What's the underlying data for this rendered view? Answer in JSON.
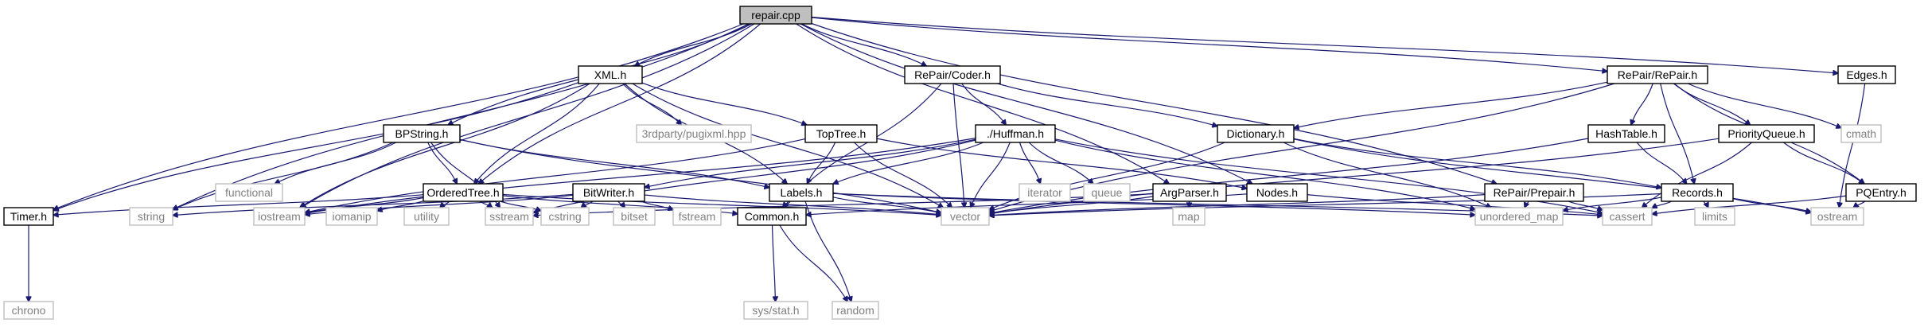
{
  "graph": {
    "colors": {
      "edge": "#191970",
      "root_fill": "#bfbfbf",
      "project_border": "#000000",
      "system_border": "#bfbfbf",
      "system_text": "#808080"
    },
    "nodes": [
      {
        "id": "repair_cpp",
        "label": "repair.cpp",
        "kind": "root"
      },
      {
        "id": "xml_h",
        "label": "XML.h",
        "kind": "project"
      },
      {
        "id": "coder_h",
        "label": "RePair/Coder.h",
        "kind": "project"
      },
      {
        "id": "repair_h",
        "label": "RePair/RePair.h",
        "kind": "project"
      },
      {
        "id": "edges_h",
        "label": "Edges.h",
        "kind": "project"
      },
      {
        "id": "bpstring_h",
        "label": "BPString.h",
        "kind": "project"
      },
      {
        "id": "pugixml",
        "label": "3rdparty/pugixml.hpp",
        "kind": "system"
      },
      {
        "id": "toptree_h",
        "label": "TopTree.h",
        "kind": "project"
      },
      {
        "id": "huffman_h",
        "label": "./Huffman.h",
        "kind": "project"
      },
      {
        "id": "dictionary_h",
        "label": "Dictionary.h",
        "kind": "project"
      },
      {
        "id": "hashtable_h",
        "label": "HashTable.h",
        "kind": "project"
      },
      {
        "id": "priorityqueue_h",
        "label": "PriorityQueue.h",
        "kind": "project"
      },
      {
        "id": "cmath",
        "label": "cmath",
        "kind": "system"
      },
      {
        "id": "functional",
        "label": "functional",
        "kind": "system"
      },
      {
        "id": "orderedtree_h",
        "label": "OrderedTree.h",
        "kind": "project"
      },
      {
        "id": "bitwriter_h",
        "label": "BitWriter.h",
        "kind": "project"
      },
      {
        "id": "labels_h",
        "label": "Labels.h",
        "kind": "project"
      },
      {
        "id": "iterator",
        "label": "iterator",
        "kind": "system"
      },
      {
        "id": "queue",
        "label": "queue",
        "kind": "system"
      },
      {
        "id": "argparser_h",
        "label": "ArgParser.h",
        "kind": "project"
      },
      {
        "id": "nodes_h",
        "label": "Nodes.h",
        "kind": "project"
      },
      {
        "id": "prepair_h",
        "label": "RePair/Prepair.h",
        "kind": "project"
      },
      {
        "id": "records_h",
        "label": "Records.h",
        "kind": "project"
      },
      {
        "id": "pqentry_h",
        "label": "PQEntry.h",
        "kind": "project"
      },
      {
        "id": "timer_h",
        "label": "Timer.h",
        "kind": "project"
      },
      {
        "id": "string",
        "label": "string",
        "kind": "system"
      },
      {
        "id": "iostream",
        "label": "iostream",
        "kind": "system"
      },
      {
        "id": "iomanip",
        "label": "iomanip",
        "kind": "system"
      },
      {
        "id": "utility",
        "label": "utility",
        "kind": "system"
      },
      {
        "id": "sstream",
        "label": "sstream",
        "kind": "system"
      },
      {
        "id": "cstring",
        "label": "cstring",
        "kind": "system"
      },
      {
        "id": "bitset",
        "label": "bitset",
        "kind": "system"
      },
      {
        "id": "fstream",
        "label": "fstream",
        "kind": "system"
      },
      {
        "id": "common_h",
        "label": "Common.h",
        "kind": "project"
      },
      {
        "id": "vector",
        "label": "vector",
        "kind": "system"
      },
      {
        "id": "map",
        "label": "map",
        "kind": "system"
      },
      {
        "id": "unordered_map",
        "label": "unordered_map",
        "kind": "system"
      },
      {
        "id": "cassert",
        "label": "cassert",
        "kind": "system"
      },
      {
        "id": "limits",
        "label": "limits",
        "kind": "system"
      },
      {
        "id": "ostream",
        "label": "ostream",
        "kind": "system"
      },
      {
        "id": "chrono",
        "label": "chrono",
        "kind": "system"
      },
      {
        "id": "sys_stat_h",
        "label": "sys/stat.h",
        "kind": "system"
      },
      {
        "id": "random",
        "label": "random",
        "kind": "system"
      }
    ],
    "edges": [
      [
        "repair_cpp",
        "xml_h"
      ],
      [
        "repair_cpp",
        "coder_h"
      ],
      [
        "repair_cpp",
        "repair_h"
      ],
      [
        "repair_cpp",
        "edges_h"
      ],
      [
        "repair_cpp",
        "bpstring_h"
      ],
      [
        "repair_cpp",
        "orderedtree_h"
      ],
      [
        "repair_cpp",
        "argparser_h"
      ],
      [
        "repair_cpp",
        "nodes_h"
      ],
      [
        "repair_cpp",
        "prepair_h"
      ],
      [
        "repair_cpp",
        "timer_h"
      ],
      [
        "repair_cpp",
        "string"
      ],
      [
        "repair_cpp",
        "iostream"
      ],
      [
        "xml_h",
        "pugixml"
      ],
      [
        "xml_h",
        "toptree_h"
      ],
      [
        "xml_h",
        "orderedtree_h"
      ],
      [
        "xml_h",
        "labels_h"
      ],
      [
        "xml_h",
        "timer_h"
      ],
      [
        "xml_h",
        "iostream"
      ],
      [
        "xml_h",
        "vector"
      ],
      [
        "coder_h",
        "huffman_h"
      ],
      [
        "coder_h",
        "dictionary_h"
      ],
      [
        "coder_h",
        "common_h"
      ],
      [
        "coder_h",
        "vector"
      ],
      [
        "repair_h",
        "dictionary_h"
      ],
      [
        "repair_h",
        "hashtable_h"
      ],
      [
        "repair_h",
        "priorityqueue_h"
      ],
      [
        "repair_h",
        "cmath"
      ],
      [
        "repair_h",
        "records_h"
      ],
      [
        "repair_h",
        "pqentry_h"
      ],
      [
        "repair_h",
        "vector"
      ],
      [
        "edges_h",
        "ostream"
      ],
      [
        "bpstring_h",
        "functional"
      ],
      [
        "bpstring_h",
        "orderedtree_h"
      ],
      [
        "bpstring_h",
        "labels_h"
      ],
      [
        "bpstring_h",
        "string"
      ],
      [
        "bpstring_h",
        "sstream"
      ],
      [
        "bpstring_h",
        "vector"
      ],
      [
        "toptree_h",
        "labels_h"
      ],
      [
        "toptree_h",
        "nodes_h"
      ],
      [
        "toptree_h",
        "iostream"
      ],
      [
        "toptree_h",
        "vector"
      ],
      [
        "huffman_h",
        "bitwriter_h"
      ],
      [
        "huffman_h",
        "iterator"
      ],
      [
        "huffman_h",
        "queue"
      ],
      [
        "huffman_h",
        "labels_h"
      ],
      [
        "huffman_h",
        "iostream"
      ],
      [
        "huffman_h",
        "sstream"
      ],
      [
        "huffman_h",
        "vector"
      ],
      [
        "huffman_h",
        "unordered_map"
      ],
      [
        "huffman_h",
        "cassert"
      ],
      [
        "dictionary_h",
        "records_h"
      ],
      [
        "dictionary_h",
        "vector"
      ],
      [
        "dictionary_h",
        "unordered_map"
      ],
      [
        "dictionary_h",
        "ostream"
      ],
      [
        "hashtable_h",
        "records_h"
      ],
      [
        "hashtable_h",
        "vector"
      ],
      [
        "priorityqueue_h",
        "pqentry_h"
      ],
      [
        "priorityqueue_h",
        "vector"
      ],
      [
        "priorityqueue_h",
        "cassert"
      ],
      [
        "orderedtree_h",
        "timer_h"
      ],
      [
        "orderedtree_h",
        "iostream"
      ],
      [
        "orderedtree_h",
        "iomanip"
      ],
      [
        "orderedtree_h",
        "utility"
      ],
      [
        "orderedtree_h",
        "sstream"
      ],
      [
        "orderedtree_h",
        "cstring"
      ],
      [
        "orderedtree_h",
        "common_h"
      ],
      [
        "orderedtree_h",
        "vector"
      ],
      [
        "bitwriter_h",
        "string"
      ],
      [
        "bitwriter_h",
        "iostream"
      ],
      [
        "bitwriter_h",
        "cstring"
      ],
      [
        "bitwriter_h",
        "bitset"
      ],
      [
        "bitwriter_h",
        "fstream"
      ],
      [
        "bitwriter_h",
        "vector"
      ],
      [
        "labels_h",
        "common_h"
      ],
      [
        "labels_h",
        "vector"
      ],
      [
        "labels_h",
        "random"
      ],
      [
        "labels_h",
        "cassert"
      ],
      [
        "labels_h",
        "unordered_map"
      ],
      [
        "argparser_h",
        "map"
      ],
      [
        "argparser_h",
        "vector"
      ],
      [
        "argparser_h",
        "sstream"
      ],
      [
        "nodes_h",
        "common_h"
      ],
      [
        "nodes_h",
        "cassert"
      ],
      [
        "prepair_h",
        "vector"
      ],
      [
        "prepair_h",
        "unordered_map"
      ],
      [
        "prepair_h",
        "cassert"
      ],
      [
        "records_h",
        "vector"
      ],
      [
        "records_h",
        "cassert"
      ],
      [
        "records_h",
        "limits"
      ],
      [
        "records_h",
        "ostream"
      ],
      [
        "records_h",
        "unordered_map"
      ],
      [
        "pqentry_h",
        "cassert"
      ],
      [
        "pqentry_h",
        "ostream"
      ],
      [
        "timer_h",
        "chrono"
      ],
      [
        "common_h",
        "sys_stat_h"
      ],
      [
        "common_h",
        "random"
      ]
    ]
  }
}
